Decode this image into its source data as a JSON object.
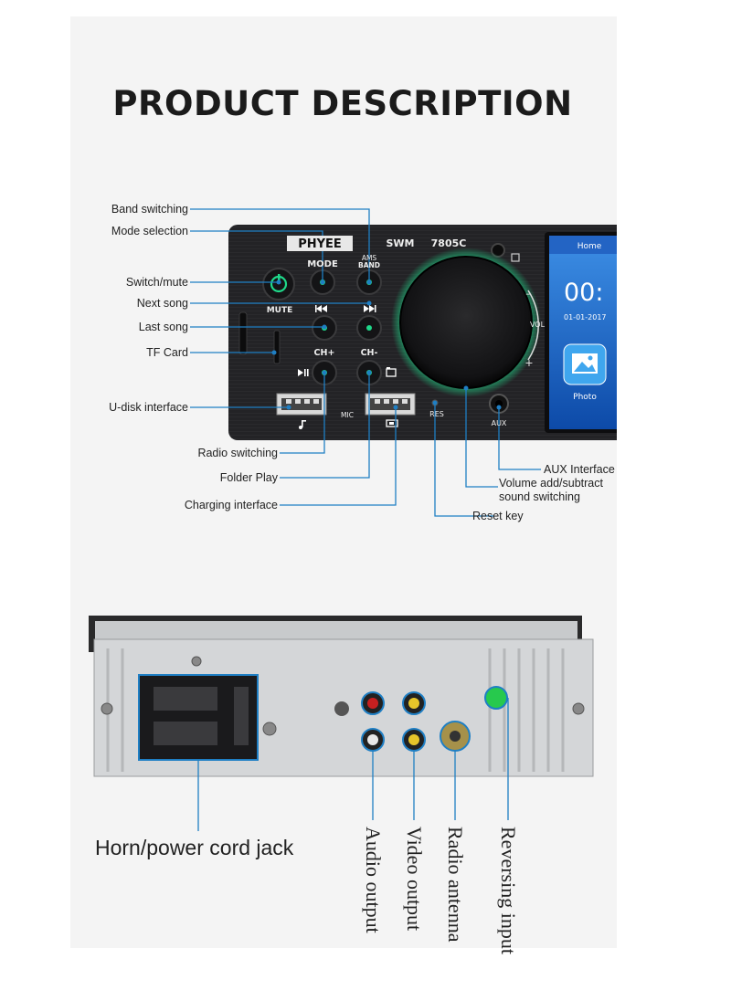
{
  "title": "PRODUCT DESCRIPTION",
  "radio": {
    "brand": "PHYEE",
    "model_a": "SWM",
    "model_b": "7805C",
    "buttons": {
      "mode": "MODE",
      "ams": "AMS",
      "band": "BAND",
      "mute": "MUTE",
      "ch_plus": "CH+",
      "ch_minus": "CH-",
      "mic": "MIC",
      "res": "RES",
      "aux": "AUX",
      "vol": "VOL",
      "vol_minus": "–",
      "vol_plus": "+"
    },
    "screen": {
      "header": "Home",
      "clock": "00:",
      "date": "01-01-2017",
      "photo_label": "Photo"
    }
  },
  "front_labels": {
    "band_switching": "Band switching",
    "mode_selection": "Mode selection",
    "switch_mute": "Switch/mute",
    "next_song": "Next song",
    "last_song": "Last song",
    "tf_card": "TF Card",
    "u_disk": "U-disk interface",
    "radio_switching": "Radio switching",
    "folder_play": "Folder Play",
    "charging": "Charging interface",
    "aux_interface": "AUX Interface",
    "volume_line1": "Volume add/subtract",
    "volume_line2": "sound switching",
    "reset_key": "Reset key"
  },
  "back_labels": {
    "horn": "Horn/power cord jack",
    "audio": "Audio output",
    "video": "Video output",
    "antenna": "Radio antenna",
    "reversing": "Reversing input"
  },
  "colors": {
    "accent_line": "#1f7fc4",
    "panel": "#1e1e20",
    "button_glow": "#1fd88a",
    "screen_blue": "#1c74d6"
  }
}
